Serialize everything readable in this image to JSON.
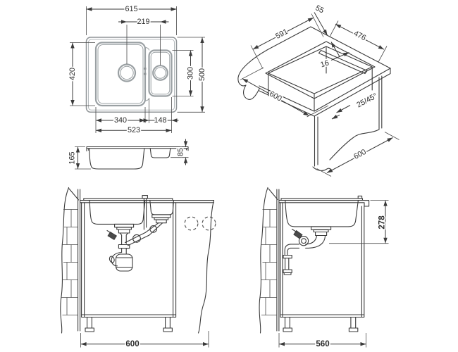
{
  "drawing": {
    "colors": {
      "line": "#3a3a3a",
      "sink_outline": "#9aa0a3",
      "dashed": "#555555",
      "background": "#ffffff"
    },
    "views": {
      "plan": {
        "dims": {
          "overall_width": "615",
          "drain_spacing": "219",
          "main_bowl_length": "420",
          "small_bowl_length": "300",
          "overall_depth": "500",
          "main_bowl_width": "340",
          "small_bowl_width": "148",
          "bowls_total_width": "523"
        }
      },
      "profile": {
        "dims": {
          "main_bowl_depth": "165",
          "small_bowl_depth": "85"
        }
      },
      "isometric": {
        "dims": {
          "front_edge_gap": "55",
          "cutout_width": "476",
          "cutout_length": "591",
          "groove_width": "16",
          "worktop_depth": "600",
          "edge_profile": "25/45°",
          "cabinet_depth": "600"
        }
      },
      "front_installation": {
        "dims": {
          "cabinet_width": "600"
        }
      },
      "side_installation": {
        "dims": {
          "drain_outlet_height": "278",
          "cabinet_depth": "560"
        }
      }
    }
  }
}
